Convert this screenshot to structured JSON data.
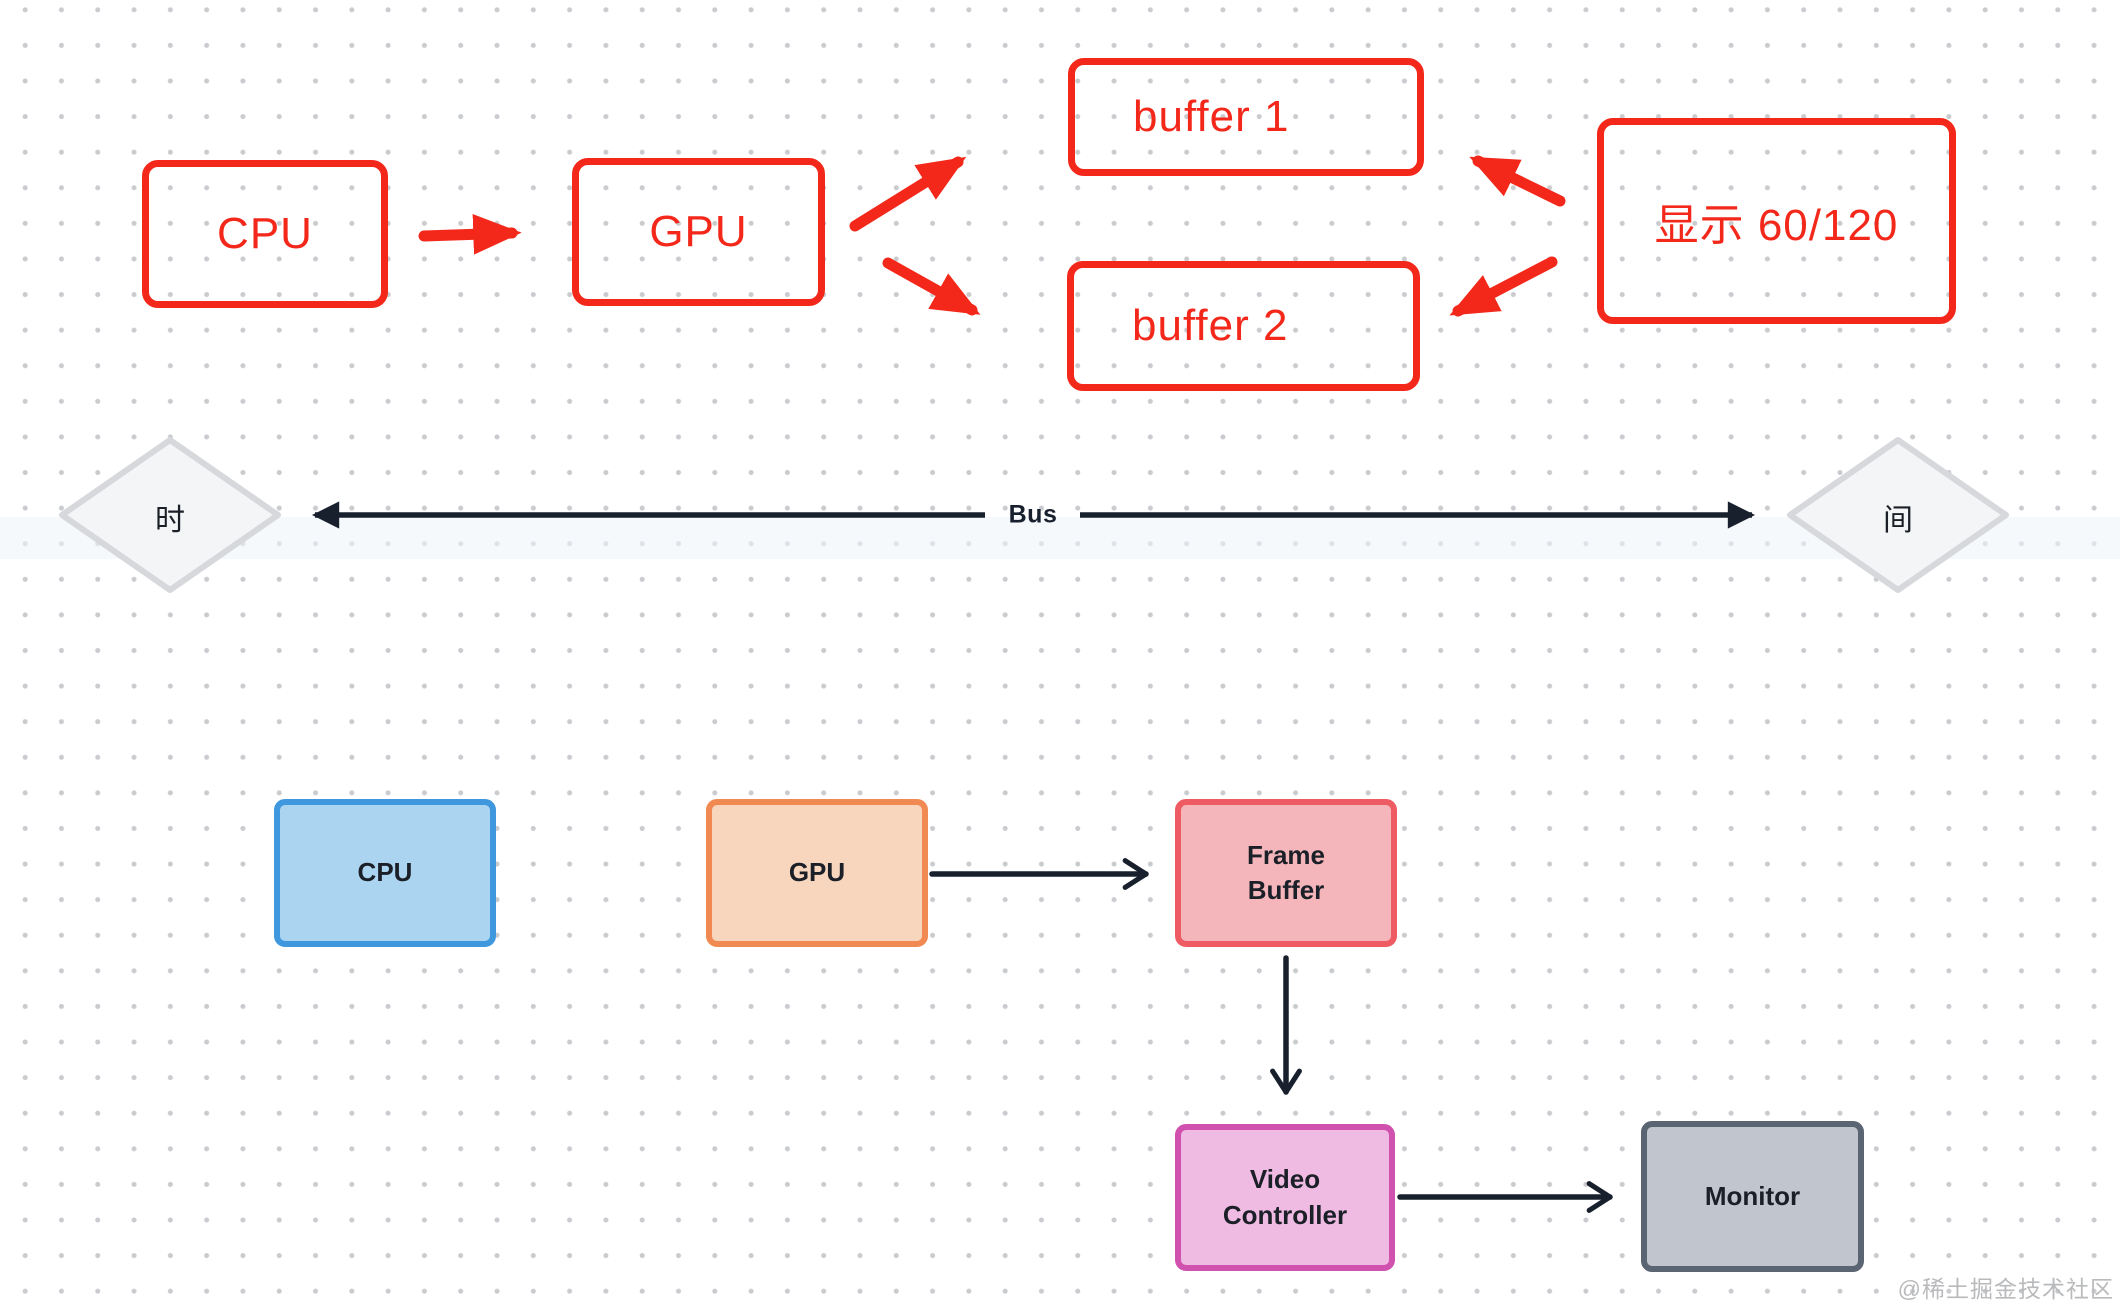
{
  "canvas": {
    "background": "#ffffff",
    "dot_color": "#c9cbce",
    "red_accent": "#f3281a",
    "dark_line_color": "#18202e"
  },
  "top_flow": {
    "stroke_color": "#f3281a",
    "nodes": {
      "cpu": {
        "label": "CPU"
      },
      "gpu": {
        "label": "GPU"
      },
      "buffer1": {
        "label": "buffer 1"
      },
      "buffer2": {
        "label": "buffer 2"
      },
      "display": {
        "label": "显示 60/120"
      }
    },
    "edges": [
      {
        "from": "CPU",
        "to": "GPU"
      },
      {
        "from": "GPU",
        "to": "buffer 1"
      },
      {
        "from": "GPU",
        "to": "buffer 2"
      },
      {
        "from": "显示 60/120",
        "to": "buffer 1"
      },
      {
        "from": "显示 60/120",
        "to": "buffer 2"
      }
    ]
  },
  "bus": {
    "label": "Bus",
    "left_diamond_label": "时",
    "right_diamond_label": "间",
    "line_color": "#18202e",
    "diamond_fill": "#f4f5f7",
    "diamond_stroke": "#d6d8db"
  },
  "bottom_flow": {
    "arrow_color": "#18202e",
    "nodes": {
      "cpu": {
        "label": "CPU",
        "border": "#3f97dd",
        "fill": "#abd4f1"
      },
      "gpu": {
        "label": "GPU",
        "border": "#f08a52",
        "fill": "#f7d6bd"
      },
      "frame_buffer": {
        "label": "Frame Buffer",
        "border": "#ef5b63",
        "fill": "#f4b6ba"
      },
      "video_controller": {
        "label": "Video Controller",
        "border": "#d151ae",
        "fill": "#f0bbe2"
      },
      "monitor": {
        "label": "Monitor",
        "border": "#5b6472",
        "fill": "#c1c5cd"
      }
    },
    "edges": [
      {
        "from": "GPU",
        "to": "Frame Buffer"
      },
      {
        "from": "Frame Buffer",
        "to": "Video Controller"
      },
      {
        "from": "Video Controller",
        "to": "Monitor"
      }
    ]
  },
  "watermark": {
    "text": "@稀土掘金技术社区"
  }
}
